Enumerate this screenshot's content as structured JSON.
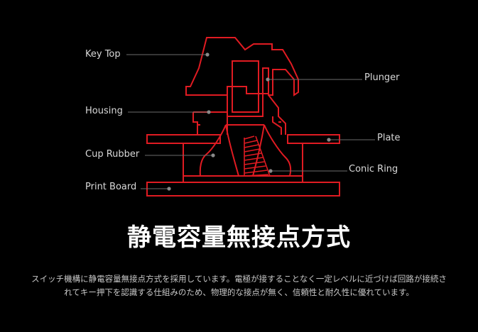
{
  "diagram": {
    "labels": {
      "key_top": "Key Top",
      "plunger": "Plunger",
      "housing": "Housing",
      "plate": "Plate",
      "cup_rubber": "Cup Rubber",
      "conic_ring": "Conic Ring",
      "print_board": "Print Board"
    },
    "colors": {
      "outline": "#e01b22",
      "leader": "#6b6b6b",
      "dot": "#8a8a8a",
      "background": "#000000"
    }
  },
  "heading": "静電容量無接点方式",
  "description": "スイッチ機構に静電容量無接点方式を採用しています。電極が接することなく一定レベルに近づけば回路が接続されてキー押下を認識する仕組みのため、物理的な接点が無く、信頼性と耐久性に優れています。"
}
